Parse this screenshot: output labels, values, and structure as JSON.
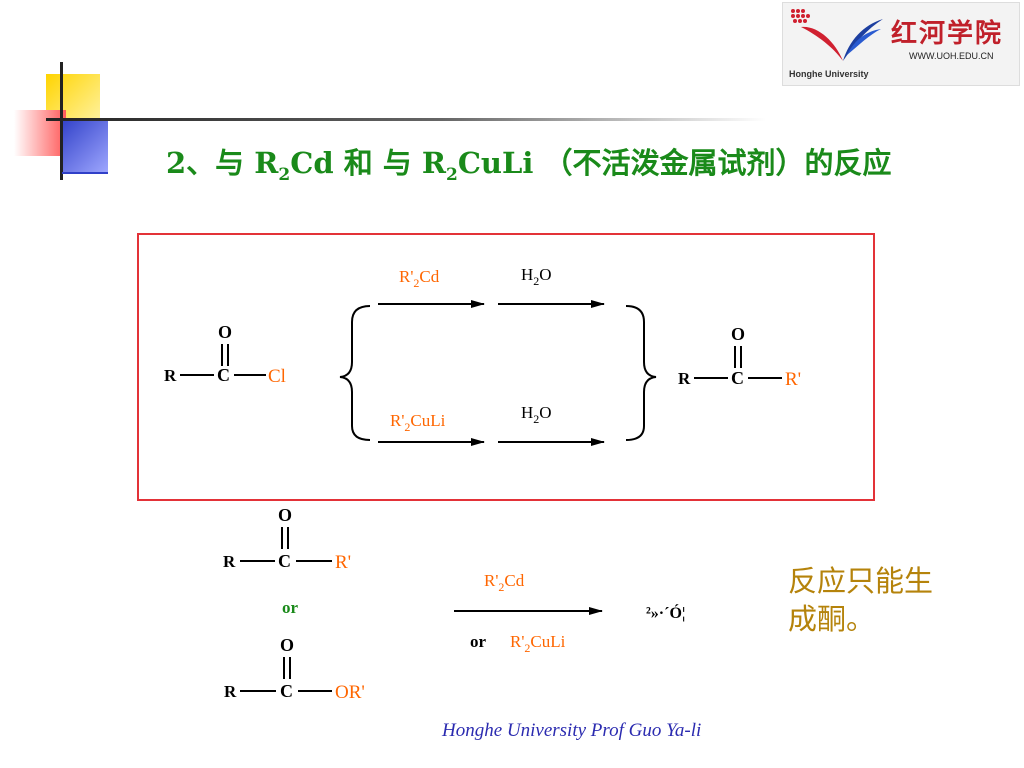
{
  "title": {
    "prefix": "2、与 R",
    "sub1": "2",
    "mid": "Cd 和 与 R",
    "sub2": "2",
    "suffix": "CuLi （不活泼金属试剂）的反应"
  },
  "logo": {
    "name": "红河学院",
    "url": "WWW.UOH.EDU.CN",
    "english": "Honghe University"
  },
  "colors": {
    "title": "#1a8a1a",
    "red_reagent": "#ff6600",
    "box_border": "#e33238",
    "note": "#b5830b",
    "footer": "#2b2bb0"
  },
  "scheme1": {
    "reactant": {
      "R": "R",
      "C": "C",
      "O": "O",
      "X": "Cl"
    },
    "top_reagent": {
      "a": "R'",
      "sub": "2",
      "b": "Cd"
    },
    "top_water": {
      "a": "H",
      "sub": "2",
      "b": "O"
    },
    "bottom_reagent": {
      "a": "R'",
      "sub": "2",
      "b": "CuLi"
    },
    "bottom_water": {
      "a": "H",
      "sub": "2",
      "b": "O"
    },
    "product": {
      "R": "R",
      "C": "C",
      "O": "O",
      "X": "R'"
    }
  },
  "scheme2": {
    "ketone": {
      "R": "R",
      "C": "C",
      "O": "O",
      "X": "R'"
    },
    "or_label": "or",
    "ester": {
      "R": "R",
      "C": "C",
      "O": "O",
      "X": "OR'"
    },
    "reagent_top": {
      "a": "R'",
      "sub": "2",
      "b": "Cd"
    },
    "or_text": "or",
    "reagent_bottom": {
      "a": "R'",
      "sub": "2",
      "b": "CuLi"
    },
    "result_text": "²»·´Ó¦"
  },
  "note": "反应只能生成酮。",
  "footer": "Honghe University  Prof Guo Ya-li"
}
